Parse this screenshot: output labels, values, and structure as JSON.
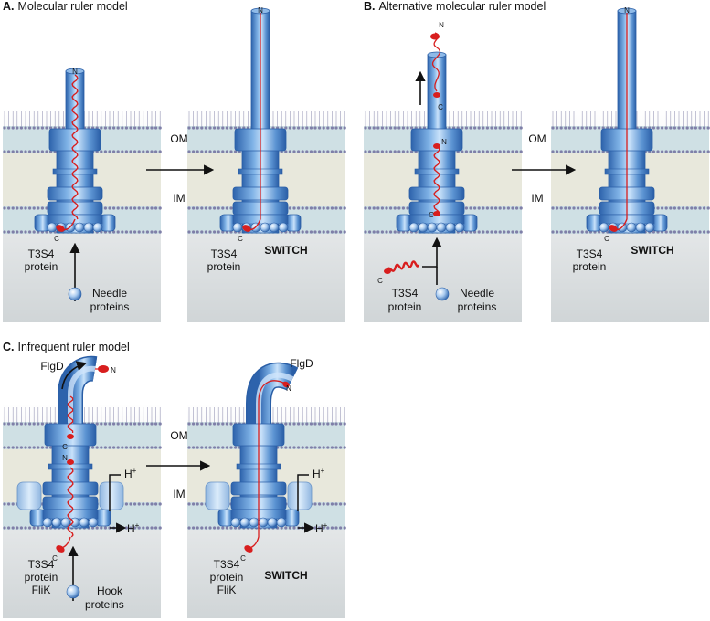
{
  "panels": {
    "a": {
      "letter": "A.",
      "title": "Molecular ruler model"
    },
    "b": {
      "letter": "B.",
      "title": "Alternative molecular ruler model"
    },
    "c": {
      "letter": "C.",
      "title": "Infrequent ruler model"
    }
  },
  "labels": {
    "om": "OM",
    "im": "IM",
    "n": "N",
    "c": "C",
    "t3s4": "T3S4",
    "protein": "protein",
    "flik": "FliK",
    "switch": "SWITCH",
    "needle": "Needle",
    "proteins": "proteins",
    "hook": "Hook",
    "flgd": "FlgD",
    "h": "H",
    "plus": "+"
  },
  "colors": {
    "membrane": "#cfe0e4",
    "periplasm": "#e8e8dc",
    "cytoplasm_top": "#ffffff",
    "cytoplasm_bottom": "#d2d6d8",
    "apparatus_dark": "#2e67b0",
    "apparatus_light": "#9fc8ef",
    "ruler_red": "#d81e1e",
    "lipid_head": "#7f7fa8"
  }
}
